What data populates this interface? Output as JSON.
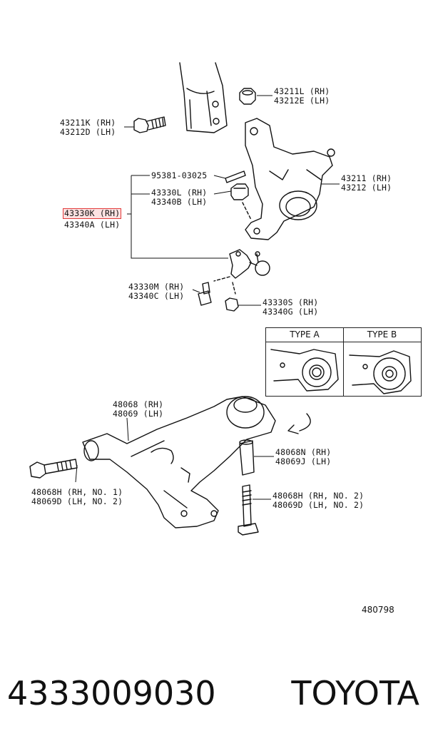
{
  "labels": {
    "p43211L": "43211L (RH)",
    "p43212E": "43212E (LH)",
    "p43211K": "43211K (RH)",
    "p43212D": "43212D (LH)",
    "p95381": "95381-03025",
    "p43330L": "43330L (RH)",
    "p43340B": "43340B (LH)",
    "p43330K": "43330K (RH)",
    "p43340A": "43340A (LH)",
    "p43211": "43211 (RH)",
    "p43212": "43212 (LH)",
    "p43330M": "43330M (RH)",
    "p43340C": "43340C (LH)",
    "p43330S": "43330S (RH)",
    "p43340G": "43340G (LH)",
    "p48068": "48068 (RH)",
    "p48069": "48069 (LH)",
    "p48068N": "48068N (RH)",
    "p48069J": "48069J (LH)",
    "p48068H1": "48068H (RH, NO. 1)",
    "p48069D2": "48069D (LH, NO. 2)",
    "p48068H2": "48068H (RH, NO. 2)",
    "p48069D2b": "48069D (LH, NO. 2)"
  },
  "type_table": {
    "type_a": "TYPE A",
    "type_b": "TYPE B"
  },
  "diagram_code": "480798",
  "part_number": "4333009030",
  "brand": "TOYOTA",
  "colors": {
    "highlight": "#e23a3a"
  }
}
